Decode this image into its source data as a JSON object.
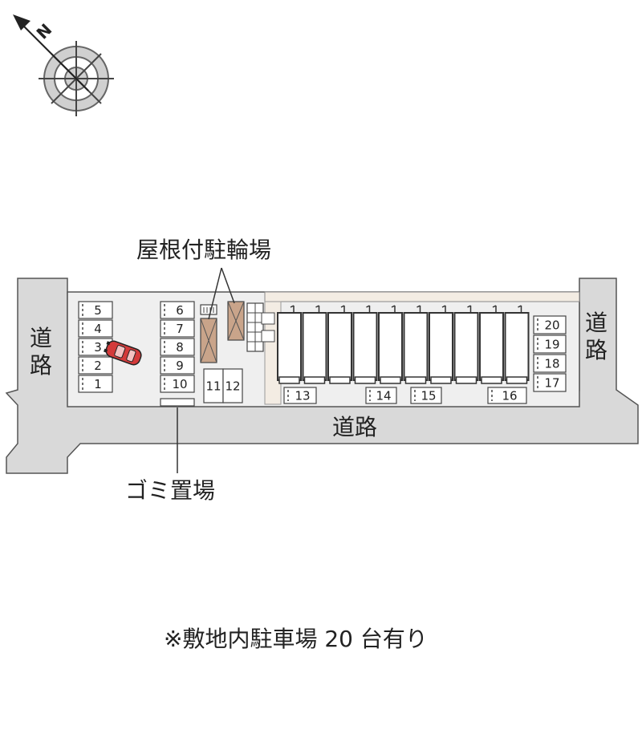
{
  "compass": {
    "north_label": "N"
  },
  "roads": {
    "left": "道路",
    "right": "道路",
    "bottom": "道路"
  },
  "facilities": {
    "bicycle_parking": "屋根付駐輪場",
    "garbage_area": "ゴミ置場"
  },
  "parking": {
    "left_group": [
      "5",
      "4",
      "3",
      "2",
      "1"
    ],
    "mid_group": [
      "6",
      "7",
      "8",
      "9",
      "10"
    ],
    "pair": [
      "11",
      "12"
    ],
    "bottom_row": [
      "13",
      "14",
      "15",
      "16"
    ],
    "right_group": [
      "20",
      "19",
      "18",
      "17"
    ]
  },
  "note": "※敷地内駐車場 20 台有り",
  "colors": {
    "road": "#d9d9d9",
    "lot": "#efefef",
    "line": "#444444",
    "bike_roof": "#c9a48a",
    "car": "#d43a3a",
    "building": "#ffffff"
  }
}
